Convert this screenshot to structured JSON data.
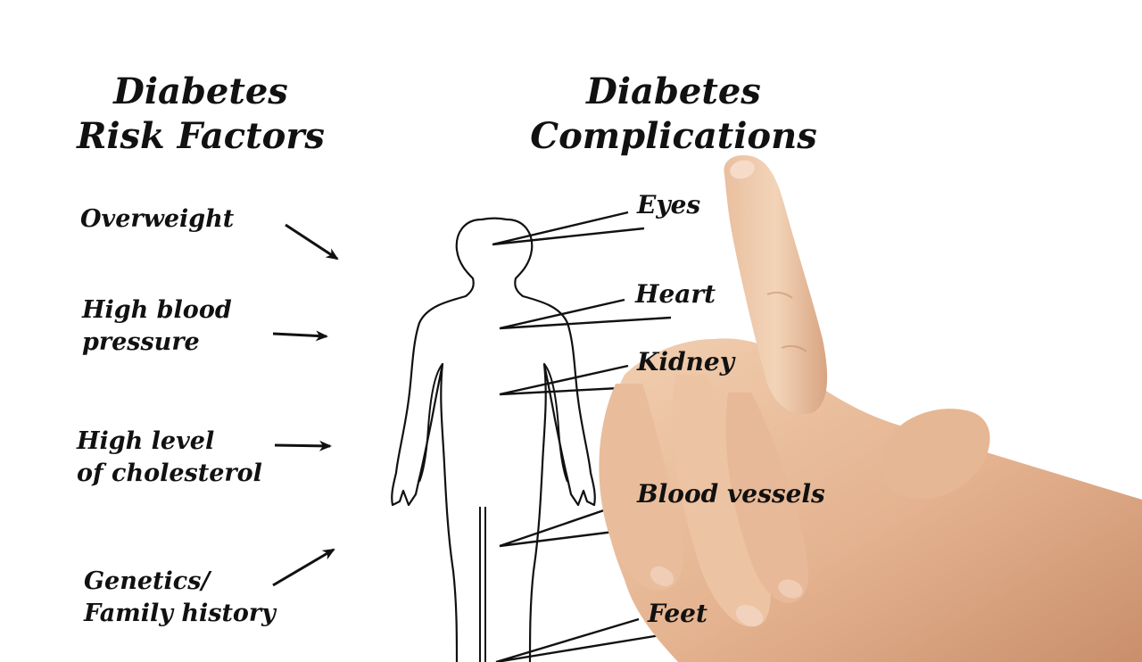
{
  "left_title": {
    "line1": "Diabetes",
    "line2": "Risk Factors"
  },
  "right_title": {
    "line1": "Diabetes",
    "line2": "Complications"
  },
  "risk_factors": [
    {
      "line1": "Overweight",
      "line2": ""
    },
    {
      "line1": "High blood",
      "line2": "pressure"
    },
    {
      "line1": "High level",
      "line2": "of cholesterol"
    },
    {
      "line1": "Genetics/",
      "line2": "Family history"
    }
  ],
  "complications": [
    {
      "label": "Eyes"
    },
    {
      "label": "Heart"
    },
    {
      "label": "Kidney"
    },
    {
      "label": "Blood vessels"
    },
    {
      "label": "Feet"
    }
  ],
  "colors": {
    "ink": "#111111",
    "background": "#ffffff",
    "skin": "#e7b996"
  }
}
